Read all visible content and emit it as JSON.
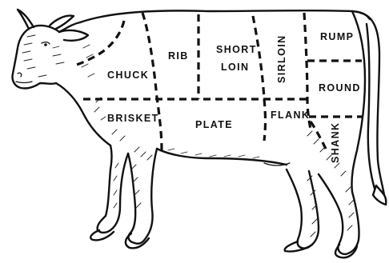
{
  "diagram": {
    "cuts": {
      "chuck": "CHUCK",
      "rib": "RIB",
      "short_loin_line1": "SHORT",
      "short_loin_line2": "LOIN",
      "sirloin": "SIRLOIN",
      "rump": "RUMP",
      "round": "ROUND",
      "brisket": "BRISKET",
      "plate": "PLATE",
      "flank": "FLANK",
      "shank": "SHANK"
    },
    "colors": {
      "ink": "#111111",
      "background": "#ffffff"
    }
  }
}
